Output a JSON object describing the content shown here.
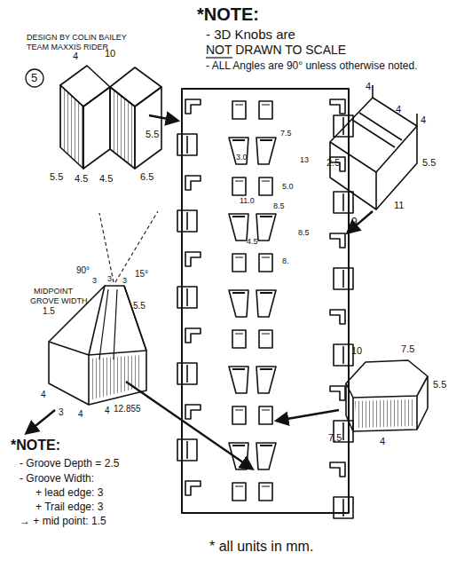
{
  "diagram": {
    "labels": [
      "*NOTE:",
      "- 3D Knobs are",
      "NOT DRAWN TO SCALE",
      "- ALL Angles are 90° unless otherwise noted.",
      "DESIGN BY COLIN BAILEY",
      "TEAM MAXXIS RIDER",
      "5",
      "4",
      "10",
      "5.5",
      "5.5",
      "4.5",
      "4.5",
      "6.5",
      "4",
      "4",
      "4",
      "2.5",
      "5.5",
      "9",
      "11",
      "7.5",
      "3.0",
      "5.0",
      "13",
      "11.0",
      "8.5",
      "4.5",
      "8.5",
      "8.",
      "90°",
      "15°",
      "3",
      "3",
      "3",
      "5.5",
      "MIDPOINT",
      "GROVE WIDTH",
      "1.5",
      "12.855",
      "4",
      "3",
      "4",
      "4",
      "10",
      "7.5",
      "5.5",
      "7.5",
      "4",
      "*NOTE:",
      "- Groove Depth = 2.5",
      "- Groove Width:",
      "+ lead edge: 3",
      "+ Trail edge: 3",
      "→ + mid point: 1.5",
      "* all units in mm."
    ]
  }
}
